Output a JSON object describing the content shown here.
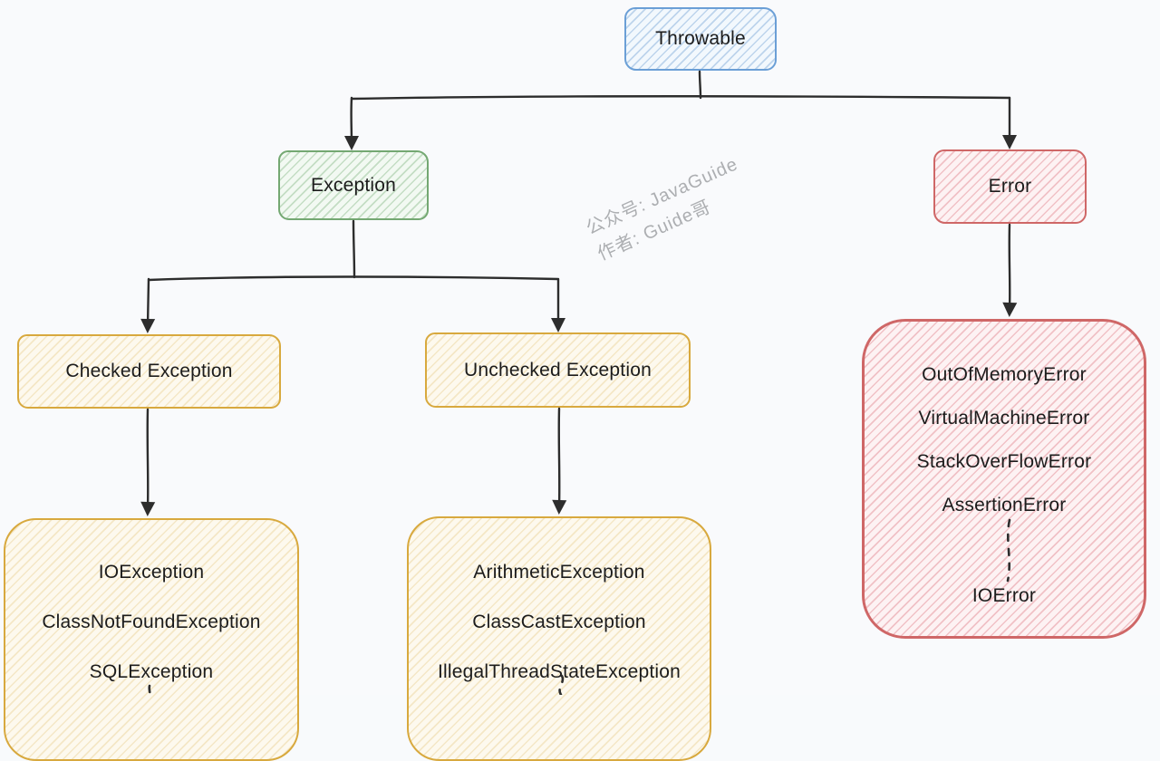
{
  "diagram": {
    "watermark": {
      "line1": "公众号: JavaGuide",
      "line2": "作者: Guide哥"
    },
    "nodes": {
      "throwable": {
        "label": "Throwable"
      },
      "exception": {
        "label": "Exception"
      },
      "error": {
        "label": "Error"
      },
      "checked_exception": {
        "label": "Checked Exception"
      },
      "unchecked_exception": {
        "label": "Unchecked Exception"
      },
      "checked_examples": {
        "items": [
          "IOException",
          "ClassNotFoundException",
          "SQLException"
        ]
      },
      "unchecked_examples": {
        "items": [
          "ArithmeticException",
          "ClassCastException",
          "IllegalThreadStateException"
        ]
      },
      "error_examples": {
        "items": [
          "OutOfMemoryError",
          "VirtualMachineError",
          "StackOverFlowError",
          "AssertionError"
        ],
        "last_item": "IOError"
      }
    },
    "colors": {
      "background": "#f9fafc",
      "line": "#2d2d2d",
      "throwable_border": "#6b9fd6",
      "exception_border": "#74a872",
      "error_border": "#cf6767",
      "checked_unchecked_border": "#d8a93e"
    }
  }
}
